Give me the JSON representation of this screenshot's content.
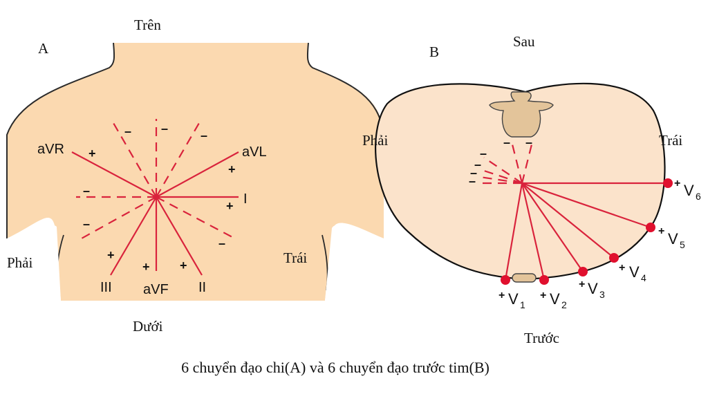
{
  "panel_a": {
    "letter": "A",
    "dir_top": "Trên",
    "dir_bottom": "Dưới",
    "dir_right_side": "Phải",
    "dir_left_side": "Trái",
    "leads": {
      "avr": "aVR",
      "avl": "aVL",
      "i": "I",
      "iii": "III",
      "avf": "aVF",
      "ii": "II"
    },
    "plus": "+",
    "minus": "–",
    "colors": {
      "skin": "#fbd9b0",
      "outline": "#2b2b2b",
      "lead": "#d9233c"
    }
  },
  "panel_b": {
    "letter": "B",
    "dir_back": "Sau",
    "dir_front": "Trước",
    "dir_right": "Phải",
    "dir_left": "Trái",
    "plus": "+",
    "minus": "–",
    "electrodes": [
      {
        "name": "V",
        "sub": "1"
      },
      {
        "name": "V",
        "sub": "2"
      },
      {
        "name": "V",
        "sub": "3"
      },
      {
        "name": "V",
        "sub": "4"
      },
      {
        "name": "V",
        "sub": "5"
      },
      {
        "name": "V",
        "sub": "6"
      }
    ],
    "colors": {
      "body": "#fbe3cb",
      "spine": "#e3c49a",
      "electrode": "#e0102e"
    }
  },
  "caption": "6 chuyển đạo chi(A) và 6 chuyển đạo trước tim(B)"
}
